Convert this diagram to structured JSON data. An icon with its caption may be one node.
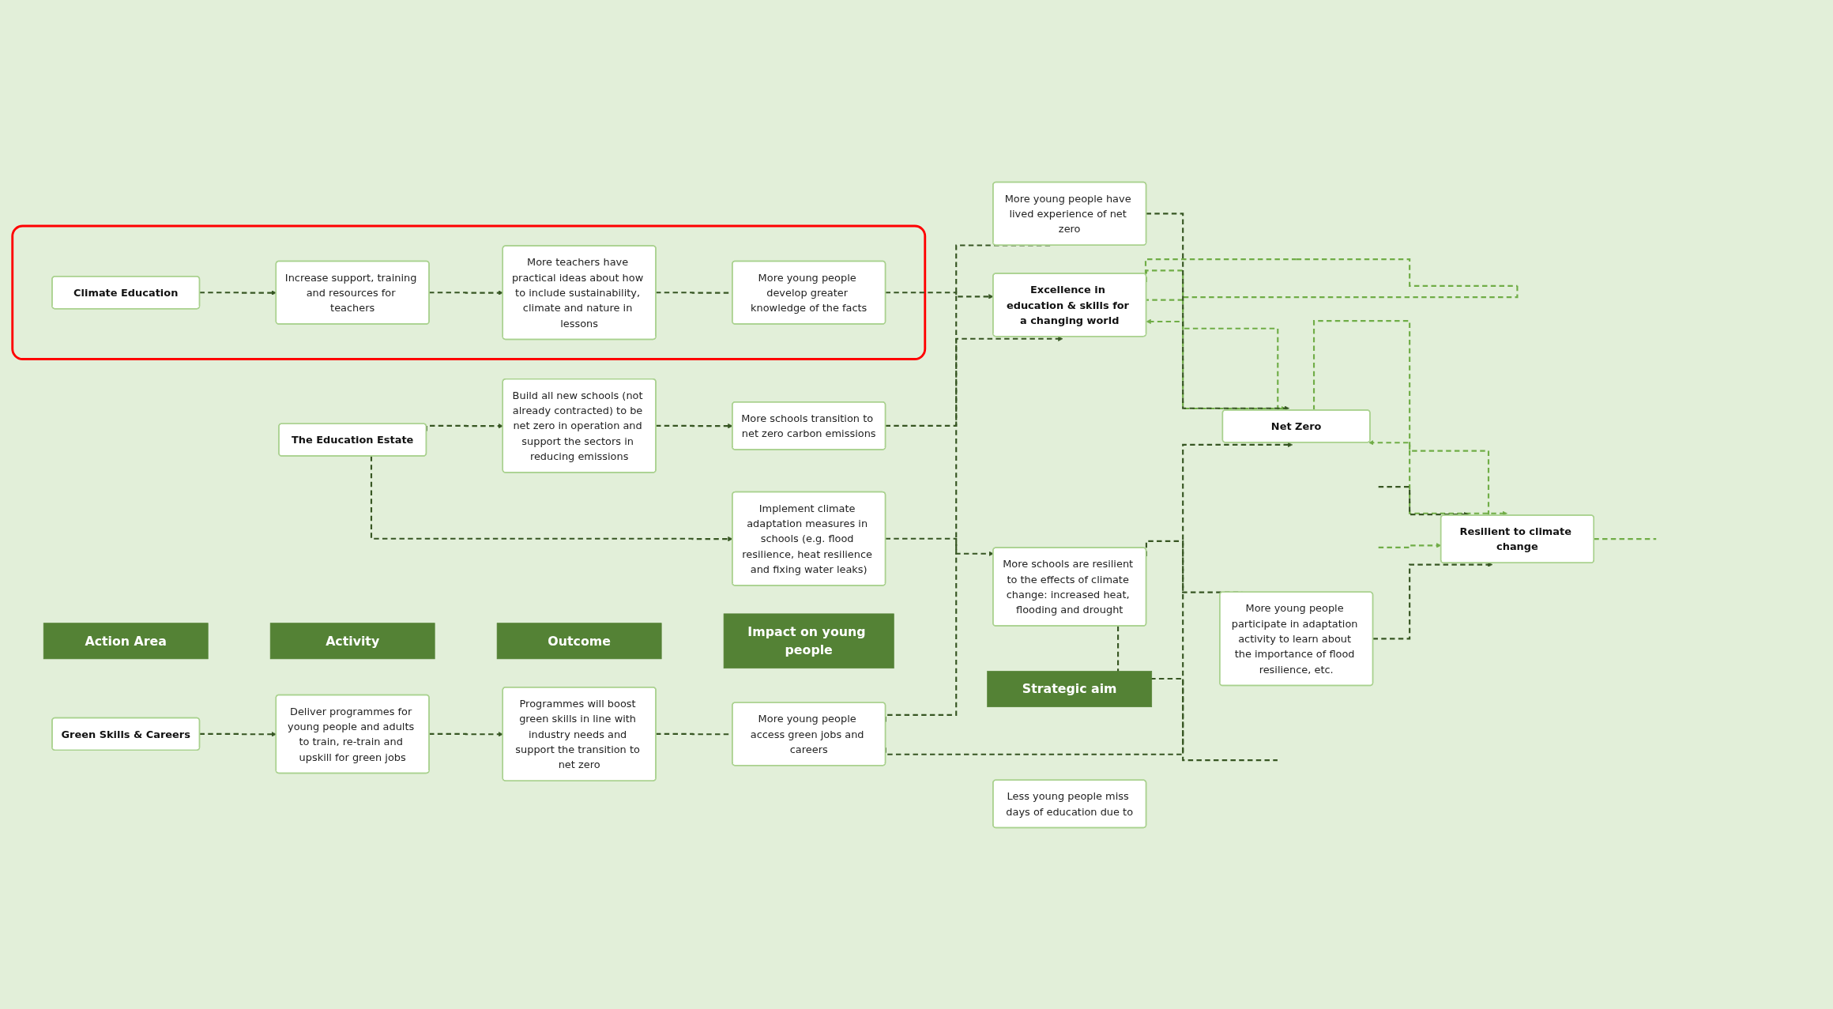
{
  "diagram": {
    "nodes": [
      {
        "text": [
          "Action Area"
        ]
      },
      {
        "text": [
          "Activity"
        ]
      },
      {
        "text": [
          "Outcome"
        ]
      },
      {
        "text": [
          "Impact on young people"
        ]
      },
      {
        "text": [
          "Strategic aim"
        ]
      },
      {
        "text": [],
        "shape": "box"
      },
      {
        "text": [
          "Climate Education"
        ],
        "in": 5
      },
      {
        "text": [
          "Increase support, training and resources for teachers"
        ],
        "in": 5
      },
      {
        "text": [
          "More teachers have practical ideas about how to include sustainability, climate and nature in lessons"
        ],
        "in": 5
      },
      {
        "text": [
          "More young people develop greater knowledge of the facts"
        ],
        "in": 5
      },
      {
        "text": [
          "Excellence in education & skills for a changing world"
        ]
      },
      {
        "text": [
          "Green Skills & Careers"
        ]
      },
      {
        "text": [
          "Deliver programmes for young people and adults to train, re-train and upskill for green jobs"
        ]
      },
      {
        "text": [
          "Programmes will boost green skills in line with industry needs and support the transition to net zero"
        ]
      },
      {
        "text": [
          "More young people access green jobs and careers"
        ]
      },
      {
        "text": [
          "More schools transition to net zero carbon emissions"
        ]
      },
      {
        "text": [
          "More young people have lived experience of net zero"
        ]
      },
      {
        "text": [
          "Net Zero"
        ]
      },
      {
        "text": [
          "Build all new schools (not already contracted) to be net zero in operation and support the sectors in reducing emissions"
        ]
      },
      {
        "text": [
          "The Education Estate"
        ]
      },
      {
        "text": [
          "More young people participate in adaptation activity to learn about the importance of flood resilience, etc."
        ]
      },
      {
        "text": [
          "Implement climate adaptation measures in schools (e.g. flood resilience, heat resilience and fixing water leaks)"
        ]
      },
      {
        "text": [
          "More schools are resilient to the effects of climate change: increased heat, flooding and drought"
        ]
      },
      {
        "text": [
          "Resilient to climate change"
        ]
      },
      {
        "text": [
          "Less young people miss days of education due to"
        ]
      }
    ],
    "edges": [
      {
        "from": 6,
        "to": 7,
        "arrow": "to",
        "style": "dashed"
      },
      {
        "from": 7,
        "to": 8,
        "arrow": "to",
        "style": "dashed"
      },
      {
        "from": 8,
        "to": 9,
        "arrow": "none",
        "style": "dashed"
      },
      {
        "from": 9,
        "to": 10,
        "arrow": "to",
        "style": "dashed"
      },
      {
        "from": 10,
        "to": 10,
        "arrow": "none",
        "style": "dashed",
        "color": "#70ad47"
      },
      {
        "from": 11,
        "to": 12,
        "arrow": "to",
        "style": "dashed"
      },
      {
        "from": 12,
        "to": 13,
        "arrow": "to",
        "style": "dashed"
      },
      {
        "from": 13,
        "to": 14,
        "arrow": "none",
        "style": "dashed"
      },
      {
        "from": 14,
        "to": 10,
        "arrow": "to",
        "style": "dashed"
      },
      {
        "from": 14,
        "to": 17,
        "arrow": "to",
        "style": "dashed"
      },
      {
        "from": 10,
        "to": 17,
        "arrow": "to",
        "style": "dashed",
        "color": "#70ad47"
      },
      {
        "from": 17,
        "to": 10,
        "arrow": "to",
        "style": "dashed",
        "color": "#70ad47"
      },
      {
        "from": 19,
        "to": 18,
        "arrow": "to",
        "style": "dashed"
      },
      {
        "from": 18,
        "to": 15,
        "arrow": "to",
        "style": "dashed"
      },
      {
        "from": 15,
        "to": 16,
        "arrow": "none",
        "style": "dashed"
      },
      {
        "from": 16,
        "to": 17,
        "arrow": "to",
        "style": "dashed"
      },
      {
        "from": 17,
        "to": 23,
        "arrow": "to",
        "style": "dashed",
        "color": "#70ad47"
      },
      {
        "from": 23,
        "to": 17,
        "arrow": "to",
        "style": "dashed",
        "color": "#70ad47"
      },
      {
        "from": 19,
        "to": 21,
        "arrow": "to",
        "style": "dashed"
      },
      {
        "from": 21,
        "to": 22,
        "arrow": "to",
        "style": "dashed"
      },
      {
        "from": 22,
        "to": 20,
        "arrow": "none",
        "style": "dashed"
      },
      {
        "from": 20,
        "to": 23,
        "arrow": "to",
        "style": "dashed"
      },
      {
        "from": 22,
        "to": null,
        "arrow": "none",
        "style": "dashed"
      },
      {
        "from": null,
        "to": 23,
        "arrow": "to",
        "style": "dashed"
      },
      {
        "from": 23,
        "to": null,
        "arrow": "none",
        "style": "dashed",
        "color": "#70ad47"
      },
      {
        "from": null,
        "to": 23,
        "arrow": "to",
        "style": "dashed",
        "color": "#70ad47"
      }
    ]
  }
}
